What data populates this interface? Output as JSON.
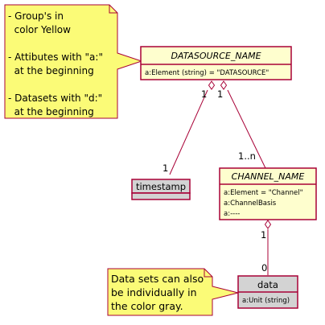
{
  "note_left": {
    "lines": [
      "- Group's in",
      "  color Yellow",
      "",
      "- Attibutes with \"a:\"",
      "  at the beginning",
      "",
      "- Datasets with \"d:\"",
      "  at the beginning"
    ]
  },
  "note_bottom": {
    "lines": [
      "Data sets can also",
      "be individually in",
      "the color gray."
    ]
  },
  "classes": {
    "datasource": {
      "name": "DATASOURCE_NAME",
      "attributes": [
        "a:Element (string) = \"DATASOURCE\""
      ]
    },
    "channel": {
      "name": "CHANNEL_NAME",
      "attributes": [
        "a:Element = \"Channel\"",
        "a:ChannelBasis",
        "a:----"
      ]
    },
    "timestamp": {
      "name": "timestamp"
    },
    "data": {
      "name": "data",
      "attributes": [
        "a:Unit (string)"
      ]
    }
  },
  "multiplicities": {
    "ds_ts_source": "1",
    "ds_ts_target": "1",
    "ds_ch_source": "1",
    "ds_ch_target": "1..n",
    "ch_data_source": "1",
    "ch_data_target": "0"
  },
  "colors": {
    "note_fill": "#FBFB77",
    "note_stroke": "#A80036",
    "class_fill": "#FEFECE",
    "class_stroke": "#A80036",
    "gray_fill": "#D3D3D3",
    "link": "#A80036"
  }
}
